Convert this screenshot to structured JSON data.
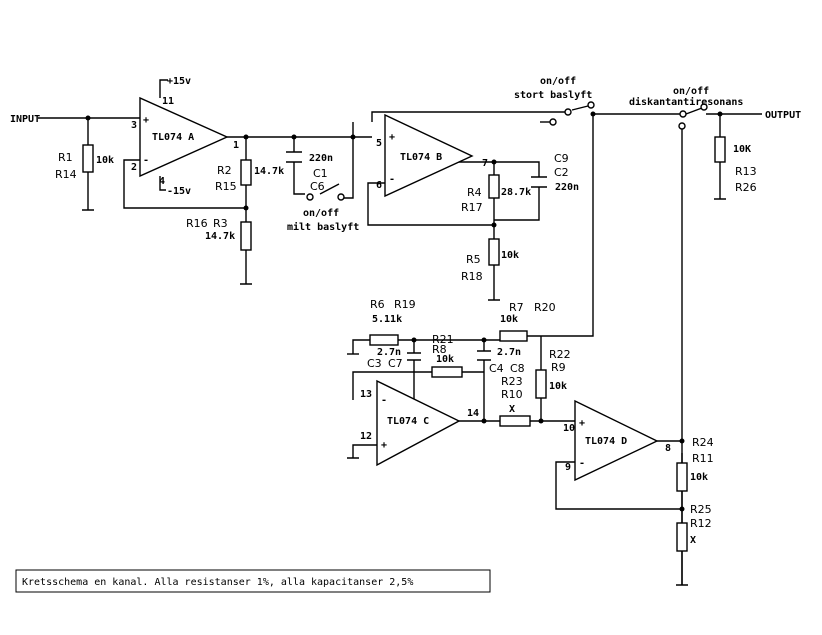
{
  "labels": {
    "input": "INPUT",
    "output": "OUTPUT",
    "plus15v": "+15v",
    "minus15v": "-15v",
    "opamp_a": "TL074 A",
    "opamp_b": "TL074 B",
    "opamp_c": "TL074 C",
    "opamp_d": "TL074 D",
    "pin3": "3",
    "pin11": "11",
    "pin2": "2",
    "pin4": "4",
    "pin1": "1",
    "pin5": "5",
    "pin6": "6",
    "pin7": "7",
    "pin13": "13",
    "pin12": "12",
    "pin14": "14",
    "pin10": "10",
    "pin9": "9",
    "pin8": "8",
    "plus": "+",
    "minus": "-",
    "r1": "R1",
    "r14": "R14",
    "r1_val": "10k",
    "r2": "R2",
    "r15": "R15",
    "r2_val": "14.7k",
    "c1": "C1",
    "c6": "C6",
    "c1_val": "220n",
    "r16": "R16",
    "r3": "R3",
    "r3_val": "14.7k",
    "sw_milt_a": "on/off",
    "sw_milt_b": "milt baslyft",
    "sw_stort_a": "on/off",
    "sw_stort_b": "stort baslyft",
    "sw_diskant_a": "on/off",
    "sw_diskant_b": "diskantantiresonans",
    "r4": "R4",
    "r17": "R17",
    "r4_val": "28.7k",
    "c9": "C9",
    "c2": "C2",
    "c9_val": "220n",
    "r5": "R5",
    "r18": "R18",
    "r5_val": "10k",
    "r13": "R13",
    "r26": "R26",
    "r13_val": "10K",
    "r6": "R6",
    "r19": "R19",
    "r6_val": "5.11k",
    "r7": "R7",
    "r20": "R20",
    "r7_val": "10k",
    "c3": "C3",
    "c7": "C7",
    "c3_val": "2.7n",
    "r21": "R21",
    "r8": "R8",
    "r8_val": "10k",
    "c4": "C4",
    "c8": "C8",
    "c4_val": "2.7n",
    "r22": "R22",
    "r9": "R9",
    "r9_val": "10k",
    "r23": "R23",
    "r10": "R10",
    "r10_val": "X",
    "r24": "R24",
    "r11": "R11",
    "r11_val": "10k",
    "r25": "R25",
    "r12": "R12",
    "r12_val": "X",
    "caption": "Kretsschema en kanal. Alla resistanser 1%, alla kapacitanser 2,5%"
  }
}
